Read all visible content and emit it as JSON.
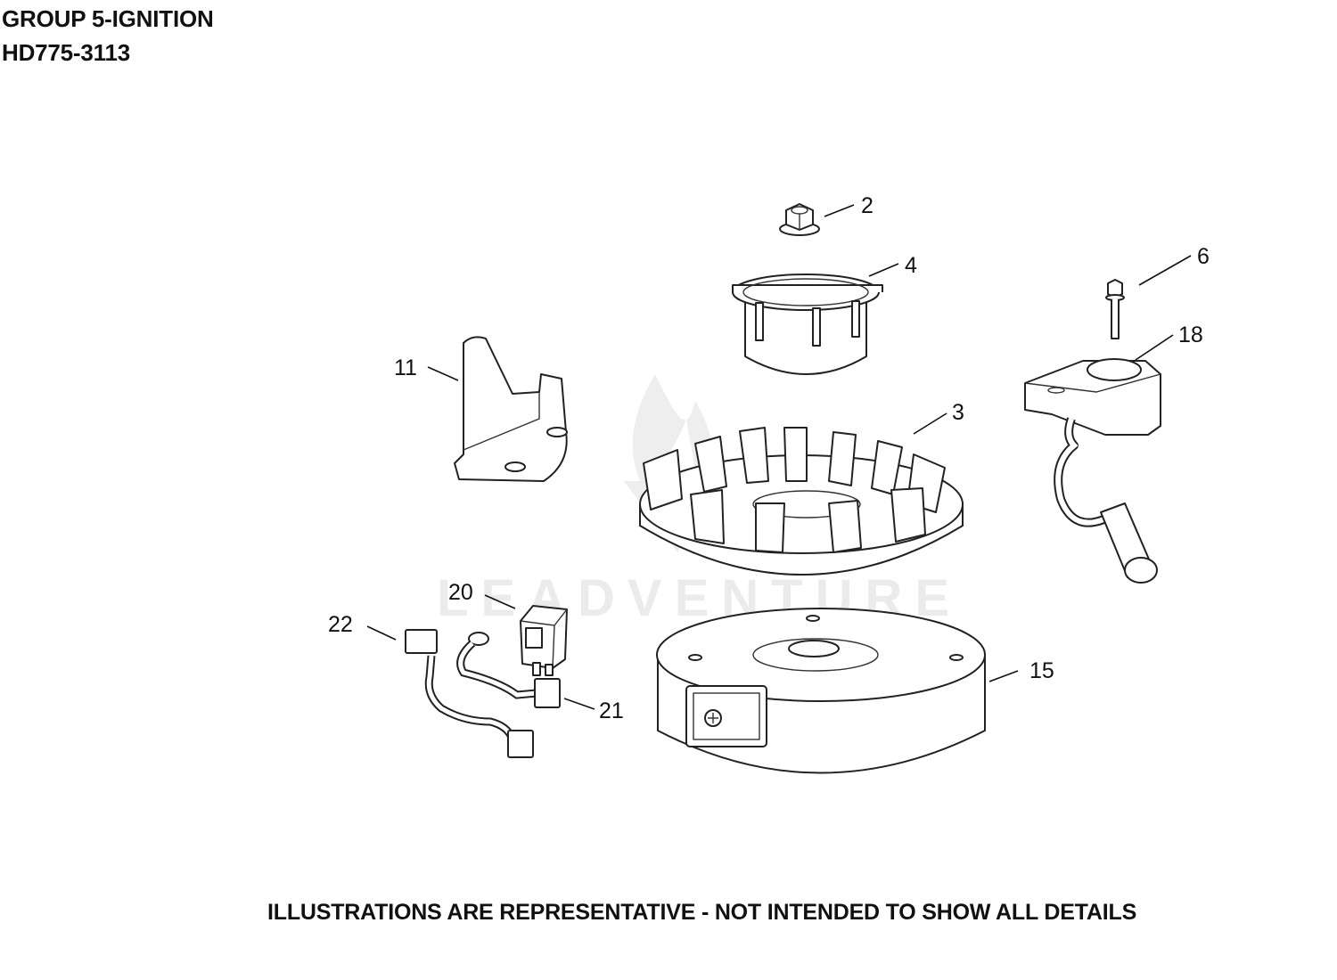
{
  "header": {
    "line1": "GROUP 5-IGNITION",
    "line2": "HD775-3113"
  },
  "footer": {
    "note": "ILLUSTRATIONS ARE REPRESENTATIVE - NOT INTENDED TO SHOW ALL DETAILS"
  },
  "watermark": {
    "text": "LEADVENTURE"
  },
  "callouts": {
    "c2": "2",
    "c4": "4",
    "c6": "6",
    "c18": "18",
    "c11": "11",
    "c3": "3",
    "c20": "20",
    "c22": "22",
    "c21": "21",
    "c15": "15"
  },
  "colors": {
    "line": "#222222",
    "watermark": "#ebebeb"
  }
}
